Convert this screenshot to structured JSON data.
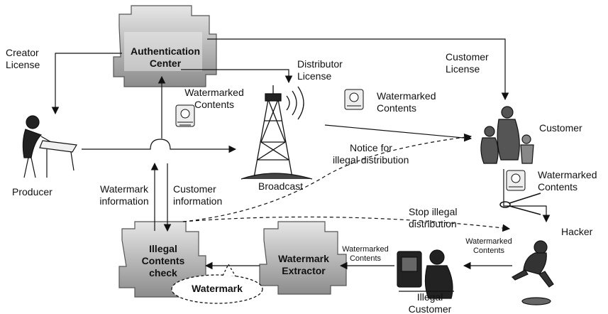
{
  "nodes": {
    "authentication_center": [
      "Authentication",
      "Center"
    ],
    "illegal_contents_check": [
      "Illegal",
      "Contents",
      "check"
    ],
    "watermark_extractor": [
      "Watermark",
      "Extractor"
    ],
    "watermark_oval": "Watermark"
  },
  "actors": {
    "producer": "Producer",
    "broadcast": "Broadcast",
    "customer": "Customer",
    "hacker": "Hacker",
    "illegal_customer": [
      "Illegal",
      "Customer"
    ]
  },
  "labels": {
    "creator_license": [
      "Creator",
      "License"
    ],
    "distributor_license": [
      "Distributor",
      "License"
    ],
    "customer_license": [
      "Customer",
      "License"
    ],
    "watermarked_contents_top": [
      "Watermarked",
      "Contents"
    ],
    "watermarked_contents_mid": [
      "Watermarked",
      "Contents"
    ],
    "watermarked_contents_right": [
      "Watermarked",
      "Contents"
    ],
    "watermarked_contents_hacker": [
      "Watermarked",
      "Contents"
    ],
    "watermarked_contents_extractor": [
      "Watermarked",
      "Contents"
    ],
    "watermark_information": [
      "Watermark",
      "information"
    ],
    "customer_information": [
      "Customer",
      "information"
    ],
    "notice_illegal": [
      "Notice for",
      "illegal distribution"
    ],
    "stop_illegal": [
      "Stop illegal",
      "distribution"
    ]
  }
}
